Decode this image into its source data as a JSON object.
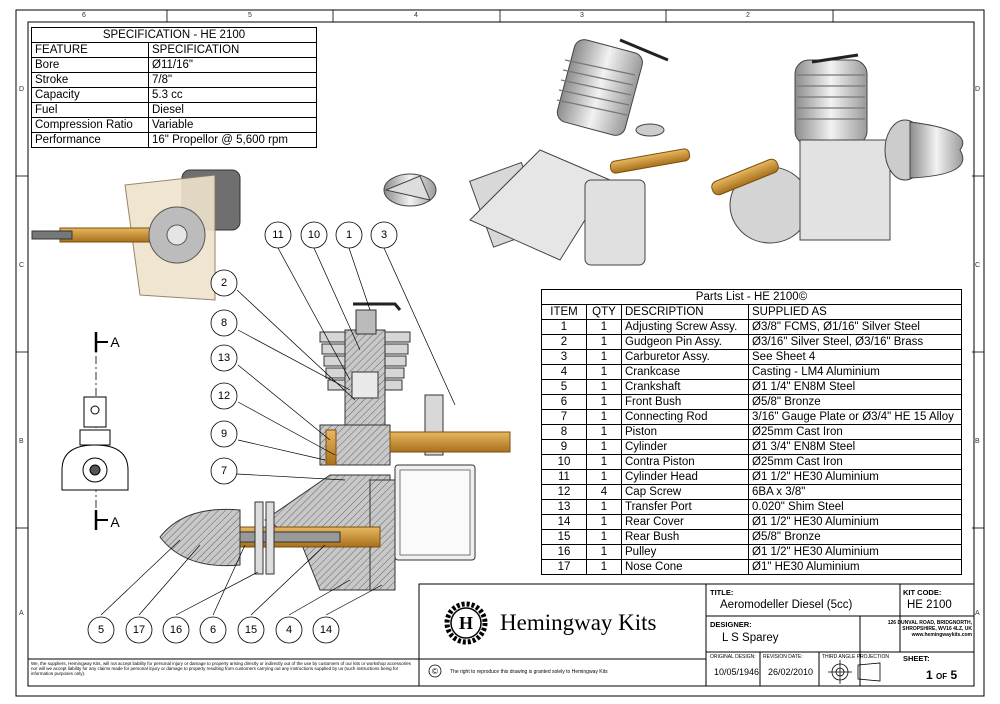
{
  "zones": {
    "top": [
      "6",
      "5",
      "4",
      "3",
      "2"
    ],
    "left": [
      "D",
      "C",
      "B",
      "A"
    ]
  },
  "spec_table": {
    "title": "SPECIFICATION - HE 2100",
    "headers": [
      "FEATURE",
      "SPECIFICATION"
    ],
    "rows": [
      [
        "Bore",
        "Ø11/16\""
      ],
      [
        "Stroke",
        "7/8\""
      ],
      [
        "Capacity",
        "5.3 cc"
      ],
      [
        "Fuel",
        "Diesel"
      ],
      [
        "Compression Ratio",
        "Variable"
      ],
      [
        "Performance",
        "16\" Propellor @ 5,600 rpm"
      ]
    ]
  },
  "parts_list": {
    "title": "Parts List - HE 2100©",
    "headers": [
      "ITEM",
      "QTY",
      "DESCRIPTION",
      "SUPPLIED AS"
    ],
    "rows": [
      [
        "1",
        "1",
        "Adjusting Screw Assy.",
        "Ø3/8\" FCMS, Ø1/16\" Silver Steel"
      ],
      [
        "2",
        "1",
        "Gudgeon Pin Assy.",
        "Ø3/16\" Silver Steel, Ø3/16\" Brass"
      ],
      [
        "3",
        "1",
        "Carburetor Assy.",
        "See Sheet 4"
      ],
      [
        "4",
        "1",
        "Crankcase",
        "Casting - LM4 Aluminium"
      ],
      [
        "5",
        "1",
        "Crankshaft",
        "Ø1 1/4\" EN8M Steel"
      ],
      [
        "6",
        "1",
        "Front Bush",
        "Ø5/8\" Bronze"
      ],
      [
        "7",
        "1",
        "Connecting Rod",
        "3/16\" Gauge Plate or Ø3/4\" HE 15 Alloy"
      ],
      [
        "8",
        "1",
        "Piston",
        "Ø25mm Cast Iron"
      ],
      [
        "9",
        "1",
        "Cylinder",
        "Ø1 3/4\" EN8M Steel"
      ],
      [
        "10",
        "1",
        "Contra Piston",
        "Ø25mm Cast Iron"
      ],
      [
        "11",
        "1",
        "Cylinder Head",
        "Ø1 1/2\" HE30 Aluminium"
      ],
      [
        "12",
        "4",
        "Cap Screw",
        "6BA x 3/8\""
      ],
      [
        "13",
        "1",
        "Transfer Port",
        "0.020\" Shim Steel"
      ],
      [
        "14",
        "1",
        "Rear Cover",
        "Ø1 1/2\" HE30 Aluminium"
      ],
      [
        "15",
        "1",
        "Rear Bush",
        "Ø5/8\" Bronze"
      ],
      [
        "16",
        "1",
        "Pulley",
        "Ø1 1/2\" HE30 Aluminium"
      ],
      [
        "17",
        "1",
        "Nose Cone",
        "Ø1\" HE30 Aluminium"
      ]
    ]
  },
  "section_marks": {
    "top": "A",
    "bottom": "A"
  },
  "balloons_top": [
    "11",
    "10",
    "1",
    "3"
  ],
  "balloons_left": [
    "2",
    "8",
    "13",
    "12",
    "9",
    "7"
  ],
  "balloons_bottom": [
    "5",
    "17",
    "16",
    "6",
    "15",
    "4",
    "14"
  ],
  "title_block": {
    "logo_letter": "H",
    "company": "Hemingway Kits",
    "title_label": "TITLE:",
    "title": "Aeromodeller Diesel (5cc)",
    "kit_code_label": "KIT CODE:",
    "kit_code": "HE 2100",
    "designer_label": "DESIGNER:",
    "designer": "L S Sparey",
    "address": [
      "126 DUNVAL ROAD, BRIDGNORTH,",
      "SHROPSHIRE, WV16 4LZ, UK",
      "www.hemingwaykits.com"
    ],
    "original_design_label": "ORIGINAL DESIGN:",
    "original_design": "10/05/1946",
    "revision_date_label": "REVISION DATE:",
    "revision_date": "26/02/2010",
    "projection_label": "THIRD ANGLE PROJECTION",
    "sheet_label": "SHEET:",
    "sheet_num": "1",
    "sheet_of": "OF",
    "sheet_total": "5",
    "copyright_symbol": "©",
    "copyright_note": "The right to reproduce this drawing is granted solely to Hemingway Kits",
    "disclaimer": "We, the suppliers, Hemingway Kits, will not accept liability for personal injury or damage to property arising directly or indirectly out of the use by customers of our kits or workshop accessories nor will we accept liability for any claims made for personal injury or damage to property resulting from customers carrying out any instructions supplied by us (such instructions being for information purposes only)."
  },
  "colors": {
    "brass": "#c9922c",
    "metal": "#cfcfcf",
    "dark": "#555555",
    "hatch": "#888888"
  }
}
